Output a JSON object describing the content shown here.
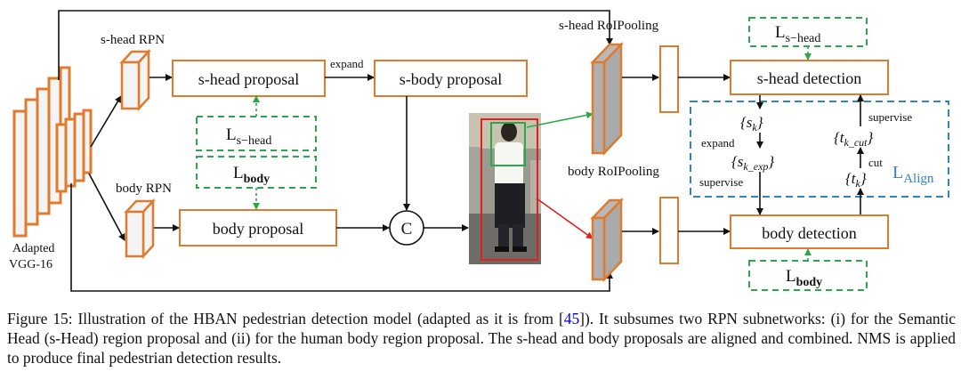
{
  "diagram": {
    "backbone_label_1": "Adapted",
    "backbone_label_2": "VGG-16",
    "shead_rpn": "s-head  RPN",
    "body_rpn": "body  RPN",
    "shead_proposal": "s-head proposal",
    "sbody_proposal": "s-body proposal",
    "body_proposal": "body proposal",
    "expand_top": "expand",
    "loss_shead_main": "L",
    "loss_shead_sub": "s−head",
    "loss_body_main": "L",
    "loss_body_sub": "body",
    "concat": "C",
    "shead_roipool": "s-head  RoIPooling",
    "body_roipool": "body  RoIPooling",
    "shead_detection": "s-head detection",
    "body_detection": "body detection",
    "sk": "{s",
    "sk_sub": "k",
    "sk_close": "}",
    "sk_exp": "{s",
    "sk_exp_sub": "k_exp",
    "sk_exp_close": "}",
    "tk_cut": "{t",
    "tk_cut_sub": "k_cut",
    "tk_cut_close": "}",
    "tk": "{t",
    "tk_sub": "k",
    "tk_close": "}",
    "expand_mid": "expand",
    "supervise_left": "supervise",
    "supervise_right": "supervise",
    "cut": "cut",
    "l_align_main": "L",
    "l_align_sub": "Align"
  },
  "caption": {
    "prefix": "Figure 15: Illustration of the HBAN pedestrian detection model (adapted as it is from [",
    "ref": "45",
    "suffix": "]).  It subsumes two RPN subnetworks: (i) for the Semantic Head (s-Head) region proposal and (ii) for the human body region proposal.  The s-head and body proposals are aligned and combined. NMS is applied to produce final pedestrian detection results."
  },
  "colors": {
    "orange": "#e07b2e",
    "green": "#2ca84a",
    "blue": "#2f84c6",
    "red": "#e02020"
  }
}
